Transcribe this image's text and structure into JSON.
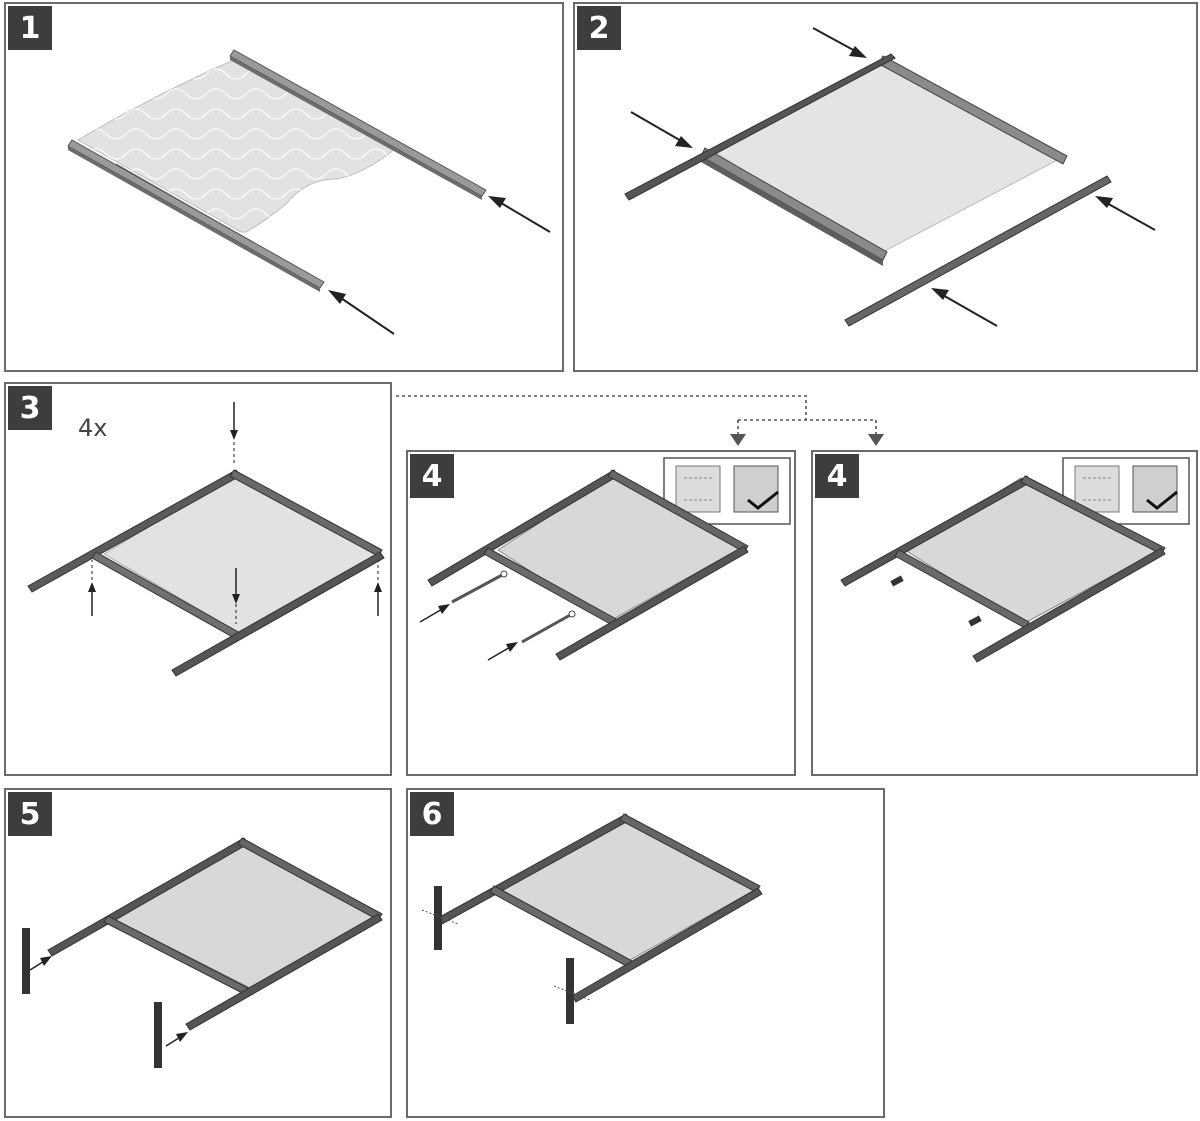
{
  "steps": {
    "s1": {
      "num": "1"
    },
    "s2": {
      "num": "2"
    },
    "s3": {
      "num": "3",
      "count": "4x"
    },
    "s4a": {
      "num": "4"
    },
    "s4b": {
      "num": "4"
    },
    "s5": {
      "num": "5"
    },
    "s6": {
      "num": "6"
    }
  },
  "colors": {
    "badge": "#3d3d3d",
    "border": "#6b6b6b",
    "rail": "#4a4a4a",
    "panel_fill": "#dcdcdc",
    "sheet_fill": "#e6e6e6"
  }
}
